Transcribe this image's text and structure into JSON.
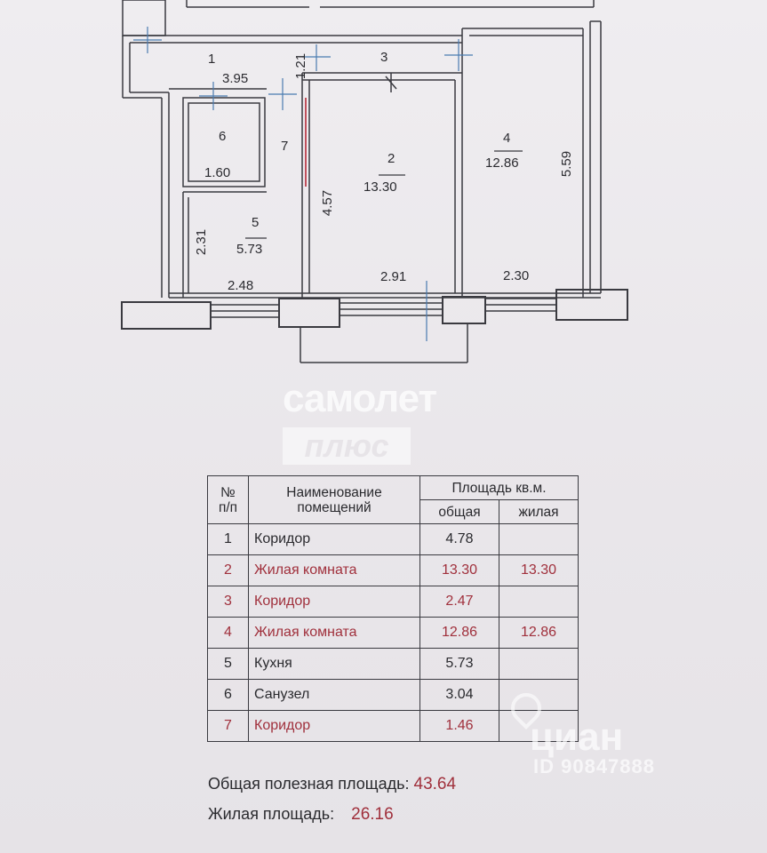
{
  "plan": {
    "rooms": [
      {
        "number": "1",
        "area": ""
      },
      {
        "number": "2",
        "area": "13.30"
      },
      {
        "number": "3",
        "area": ""
      },
      {
        "number": "4",
        "area": "12.86"
      },
      {
        "number": "5",
        "area": "5.73"
      },
      {
        "number": "6",
        "area": ""
      },
      {
        "number": "7",
        "area": ""
      }
    ],
    "dimensions": [
      "3.95",
      "1.21",
      "4.57",
      "5.59",
      "1.60",
      "2.31",
      "2.48",
      "2.91",
      "2.30"
    ]
  },
  "watermarks": {
    "brand": "самолет",
    "brand_sub": "плюс",
    "cian": "циан",
    "listing_id": "ID 90847888"
  },
  "table": {
    "header": {
      "num": "№ п/п",
      "name": "Наименование помещений",
      "area": "Площадь кв.м.",
      "total": "общая",
      "living": "жилая"
    },
    "rows": [
      {
        "num": "1",
        "name": "Коридор",
        "total": "4.78",
        "living": ""
      },
      {
        "num": "2",
        "name": "Жилая комната",
        "total": "13.30",
        "living": "13.30"
      },
      {
        "num": "3",
        "name": "Коридор",
        "total": "2.47",
        "living": ""
      },
      {
        "num": "4",
        "name": "Жилая комната",
        "total": "12.86",
        "living": "12.86"
      },
      {
        "num": "5",
        "name": "Кухня",
        "total": "5.73",
        "living": ""
      },
      {
        "num": "6",
        "name": "Санузел",
        "total": "3.04",
        "living": ""
      },
      {
        "num": "7",
        "name": "Коридор",
        "total": "1.46",
        "living": ""
      }
    ]
  },
  "totals": {
    "useful_label": "Общая полезная площадь:",
    "useful_value": "43.64",
    "living_label": "Жилая площадь:",
    "living_value": "26.16"
  },
  "colors": {
    "ink": "#2a2a2e",
    "red_ink": "#a0303c",
    "paper": "#ece9ec"
  }
}
